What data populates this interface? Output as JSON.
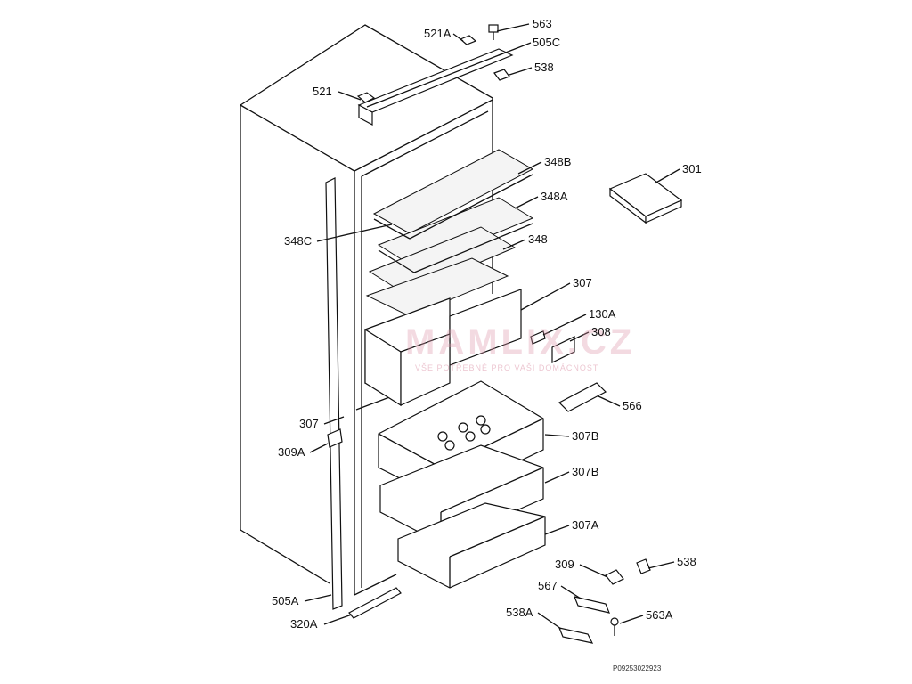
{
  "diagram": {
    "labels": [
      "521A",
      "563",
      "505C",
      "538",
      "521",
      "348B",
      "301",
      "348A",
      "348C",
      "348",
      "307",
      "130A",
      "308",
      "566",
      "307",
      "309A",
      "307B",
      "307B",
      "307A",
      "309",
      "538",
      "567",
      "505A",
      "538A",
      "563A",
      "320A"
    ],
    "drawing_code": "P09253022923",
    "watermark": {
      "brand": "MAMLIX.CZ",
      "tagline": "VŠE POTŘEBNÉ PRO VAŠI DOMÁCNOST"
    }
  }
}
